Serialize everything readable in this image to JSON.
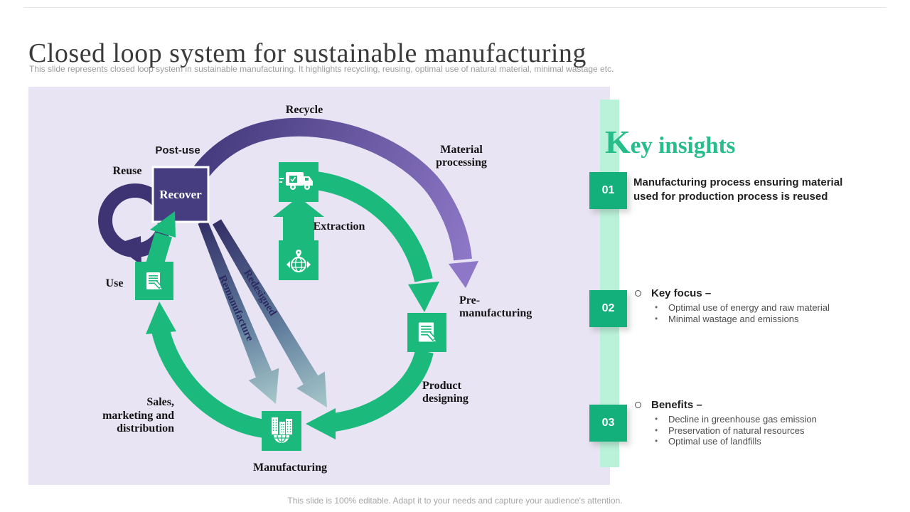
{
  "slide": {
    "title": "Closed loop system for sustainable manufacturing",
    "subtitle": "This slide represents closed loop system in sustainable manufacturing. It highlights recycling, reusing, optimal use of natural material, minimal wastage etc.",
    "footer": "This slide is 100% editable. Adapt it to your needs and capture your audience's attention."
  },
  "diagram": {
    "labels": {
      "recycle": "Recycle",
      "post_use": "Post-use",
      "reuse": "Reuse",
      "recover": "Recover",
      "extraction": "Extraction",
      "material_processing": [
        "Material",
        "processing"
      ],
      "pre_manufacturing": [
        "Pre-",
        "manufacturing"
      ],
      "product_designing": [
        "Product",
        "designing"
      ],
      "manufacturing": "Manufacturing",
      "sales_marketing": [
        "Sales,",
        "marketing and",
        "distribution"
      ],
      "use": "Use",
      "remanufacture": "Remanufacture",
      "redesigned": "Redesigned"
    },
    "icons": {
      "truck": "delivery-truck-icon",
      "globe_pin": "globe-location-icon",
      "use_doc": "document-pencil-icon",
      "product_doc": "document-pen-icon",
      "factory": "buildings-globe-icon"
    },
    "colors": {
      "green": "#1cb97d",
      "dark_purple": "#463d80",
      "light_purple": "#8d77c6",
      "panel_bg": "#e8e4f3",
      "arrow_teal_end": "#a6c8ca",
      "insight_square_green": "#13b07b",
      "insight_bar_green": "#b9f2d8",
      "insights_title_green": "#27bd8a"
    }
  },
  "insights": {
    "title": "Key insights",
    "items": [
      {
        "number": "01",
        "heading": "Manufacturing process ensuring material used for production process is reused",
        "bullets": []
      },
      {
        "number": "02",
        "heading": "Key focus –",
        "bullets": [
          "Optimal use of energy and raw material",
          "Minimal wastage and emissions"
        ]
      },
      {
        "number": "03",
        "heading": "Benefits –",
        "bullets": [
          "Decline in greenhouse gas emission",
          "Preservation of natural resources",
          "Optimal use of landfills"
        ]
      }
    ]
  }
}
